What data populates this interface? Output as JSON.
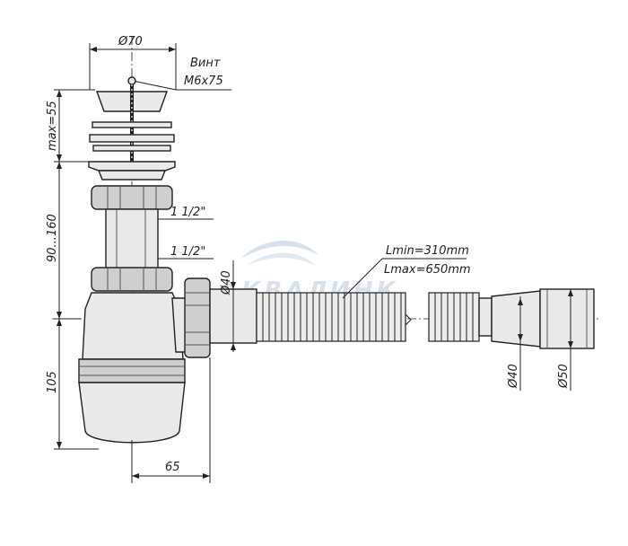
{
  "labels": {
    "top_diameter": "Ø70",
    "screw_title": "Винт",
    "screw_size": "M6x75",
    "height_top": "max=55",
    "height_mid": "90...160",
    "height_bottom": "105",
    "thread_upper": "1 1/2\"",
    "thread_lower": "1 1/2\"",
    "outlet_diameter": "Ø40",
    "hose_length_min": "Lmin=310mm",
    "hose_length_max": "Lmax=650mm",
    "hose_end_inner": "Ø40",
    "hose_end_outer": "Ø50",
    "horizontal_offset": "65"
  },
  "watermark": {
    "text": "АКВАЛИНК",
    "color": "#8fa9c8"
  }
}
